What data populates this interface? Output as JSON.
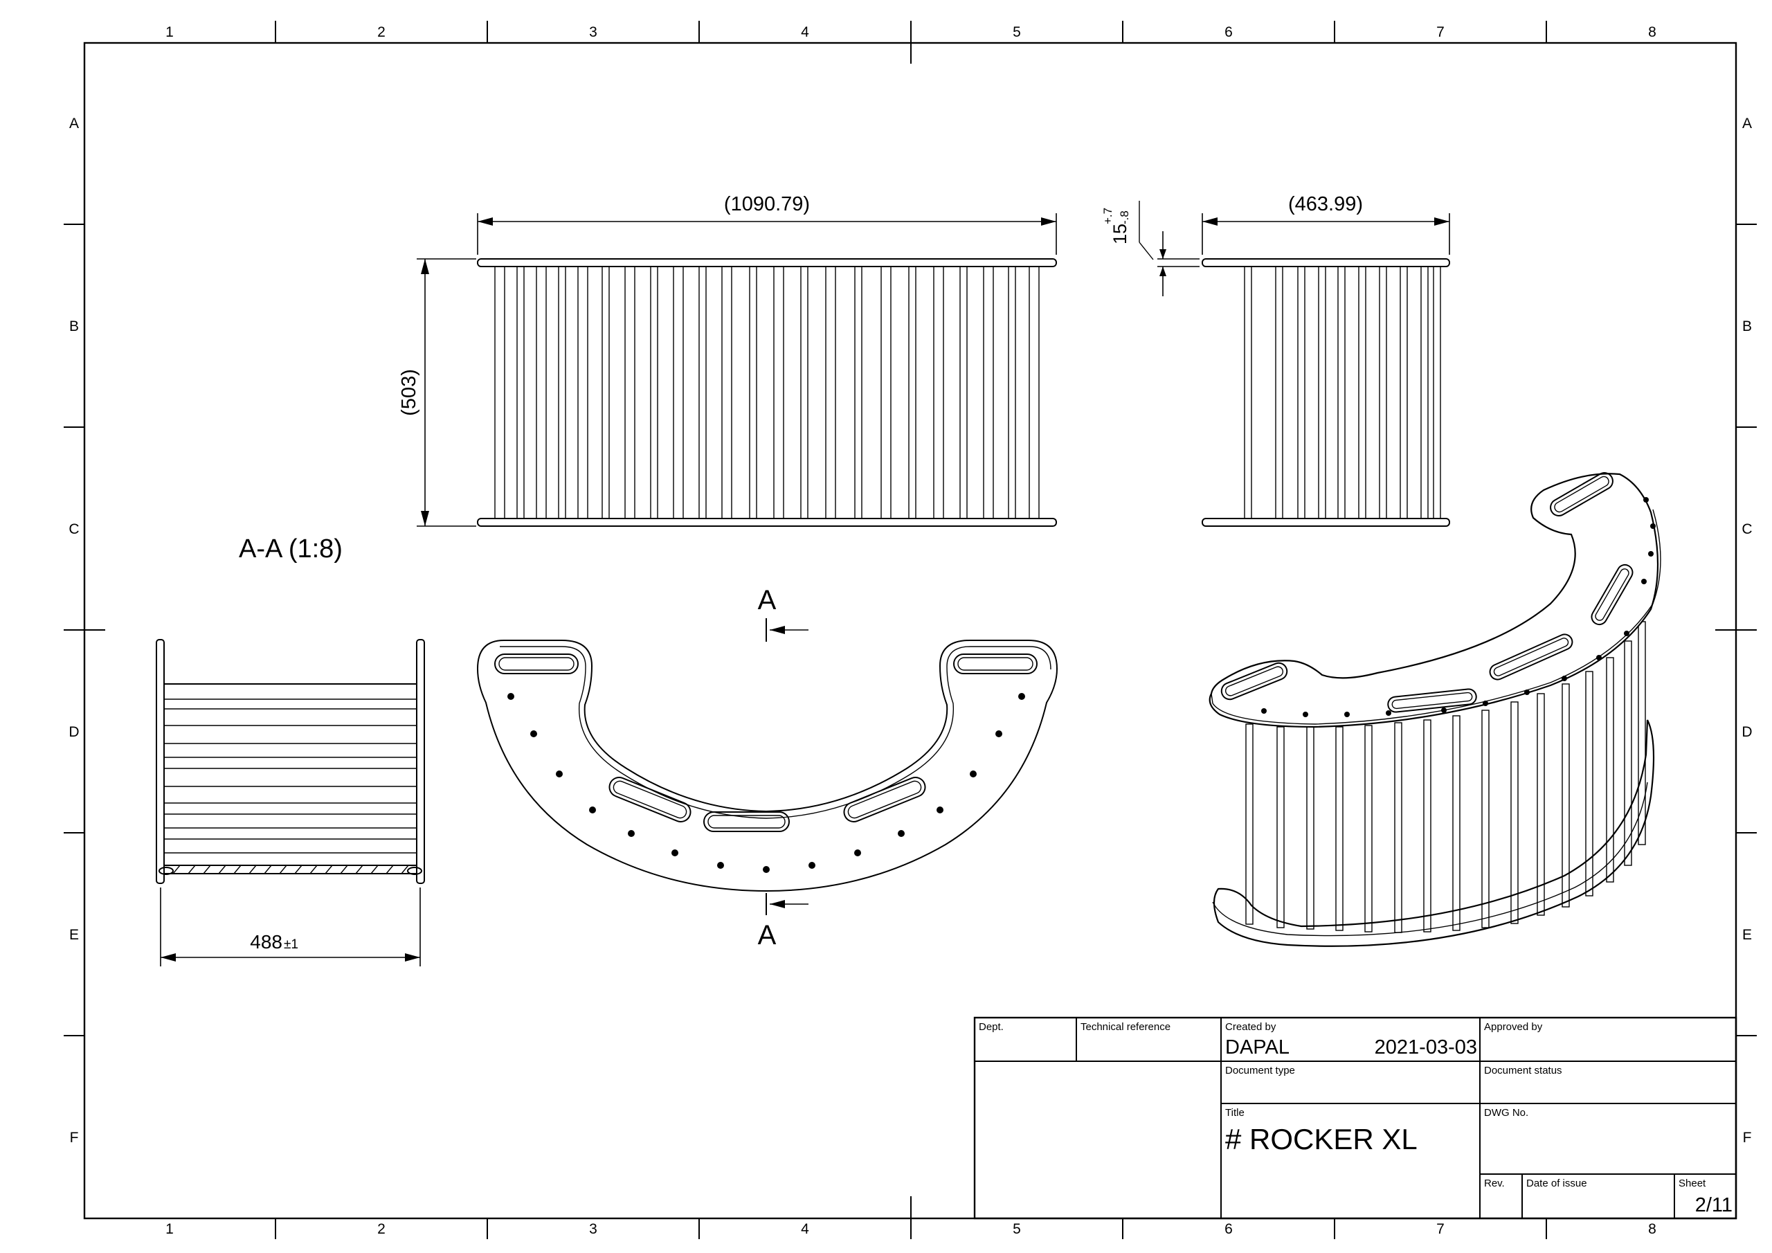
{
  "sheet": {
    "column_labels": [
      "1",
      "2",
      "3",
      "4",
      "5",
      "6",
      "7",
      "8"
    ],
    "row_labels": [
      "A",
      "B",
      "C",
      "D",
      "E",
      "F"
    ]
  },
  "views": {
    "section_title": "A-A (1:8)",
    "section_marker": "A",
    "dims": {
      "top_length": "(1090.79)",
      "top_height": "(503)",
      "side_width": "(463.99)",
      "thickness_base": "15",
      "thickness_upper": "+.7",
      "thickness_lower": "-.8",
      "section_width_base": "488",
      "section_width_tol": "±1"
    }
  },
  "title_block": {
    "dept_label": "Dept.",
    "tech_ref_label": "Technical reference",
    "created_by_label": "Created by",
    "created_by": "DAPAL",
    "created_date": "2021-03-03",
    "approved_by_label": "Approved by",
    "doc_type_label": "Document type",
    "doc_status_label": "Document status",
    "title_label": "Title",
    "title": "# ROCKER XL",
    "dwg_label": "DWG No.",
    "rev_label": "Rev.",
    "date_issue_label": "Date of issue",
    "sheet_label": "Sheet",
    "sheet_value": "2/11"
  }
}
